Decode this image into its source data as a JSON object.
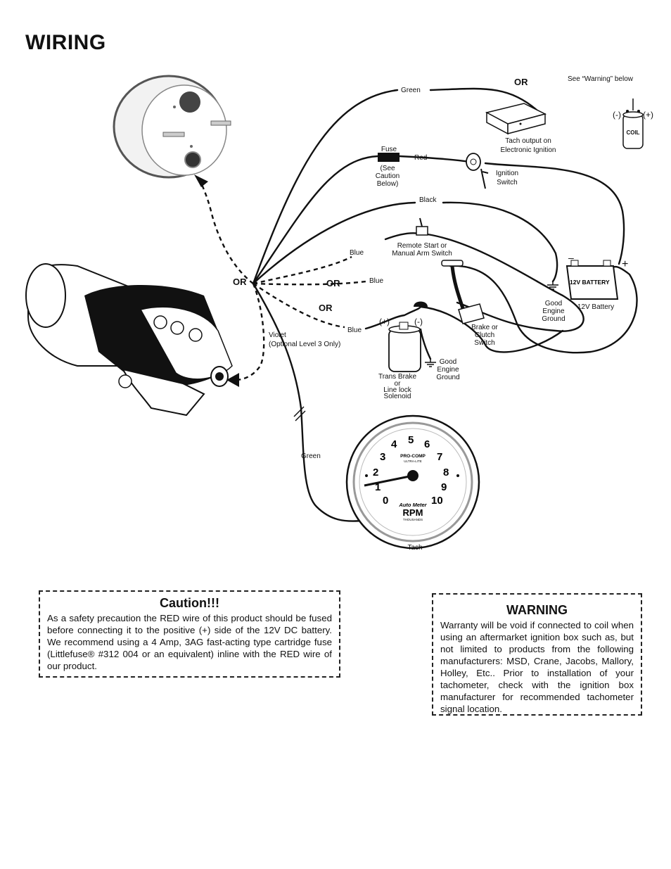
{
  "title": "WIRING",
  "labels": {
    "green_top": "Green",
    "or_top": "OR",
    "see_warning": "See “Warning” below",
    "tach_output_1": "Tach output on",
    "tach_output_2": "Electronic Ignition",
    "coil_minus": "(-)",
    "coil_plus": "(+)",
    "coil": "COIL",
    "fuse": "Fuse",
    "fuse_note_1": "(See",
    "fuse_note_2": "Caution",
    "fuse_note_3": "Below)",
    "red": "Red",
    "ignition_1": "Ignition",
    "ignition_2": "Switch",
    "black": "Black",
    "remote_1": "Remote Start or",
    "remote_2": "Manual Arm Switch",
    "blue_1": "Blue",
    "blue_2": "Blue",
    "blue_3": "Blue",
    "or_left": "OR",
    "or_mid": "OR",
    "or_mid2": "OR",
    "battery_minus": "–",
    "battery_plus": "+",
    "battery_label": "12V BATTERY",
    "battery_caption": "12V Battery",
    "ground1_1": "Good",
    "ground1_2": "Engine",
    "ground1_3": "Ground",
    "brake_1": "Brake or",
    "brake_2": "Clutch",
    "brake_3": "Switch",
    "violet_1": "Violet",
    "violet_2": "(Optional Level 3 Only)",
    "sol_plus": "(+)",
    "sol_minus": "(-)",
    "ground2_1": "Good",
    "ground2_2": "Engine",
    "ground2_3": "Ground",
    "trans_1": "Trans Brake",
    "trans_2": "or",
    "trans_3": "Line lock",
    "trans_4": "Solenoid",
    "green_bottom": "Green",
    "tach": "Tach"
  },
  "gauge": {
    "numbers": [
      "0",
      "1",
      "2",
      "3",
      "4",
      "5",
      "6",
      "7",
      "8",
      "9",
      "10"
    ],
    "brand": "Auto Meter",
    "model_1": "PRO-COMP",
    "model_2": "ULTRA-LITE",
    "unit": "RPM",
    "unit_sub": "THOUSANDS"
  },
  "caution": {
    "title": "Caution!!!",
    "text": "As a safety precaution the RED wire of this product should be fused before connecting it to the positive (+) side of the 12V DC battery.  We recommend using a 4 Amp, 3AG fast-acting type cartridge fuse (Littlefuse® #312 004 or an equivalent) inline with the RED wire of our product."
  },
  "warning": {
    "title": "WARNING",
    "text": "Warranty will be void if connected to coil when using an aftermarket ignition box such as, but not limited to products from the following manufacturers:  MSD, Crane, Jacobs, Mallory, Holley, Etc..  Prior to installation of your tachometer, check with the ignition box manufacturer for recommended tachometer signal location."
  }
}
